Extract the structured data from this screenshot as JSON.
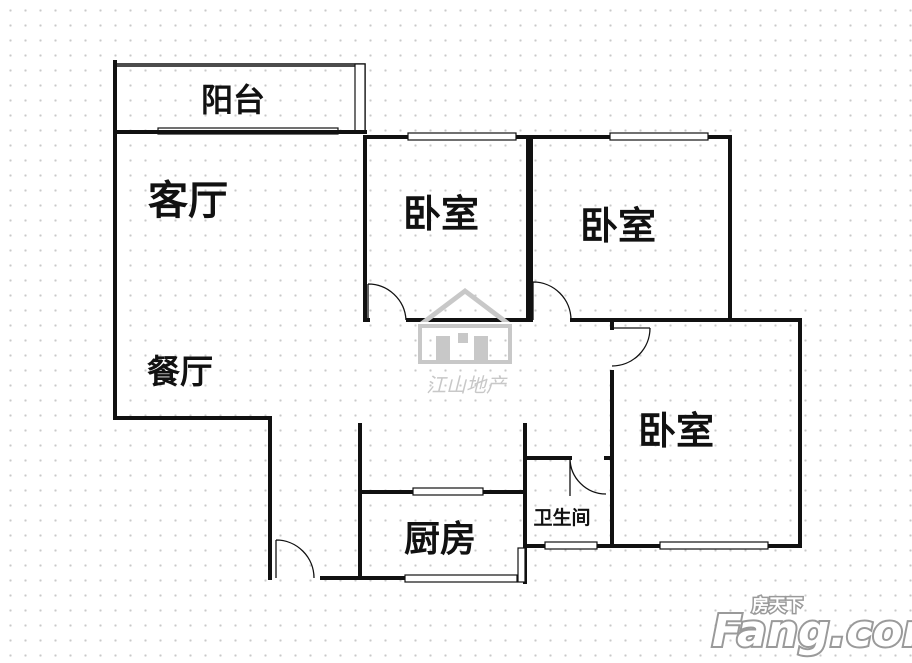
{
  "rooms": {
    "balcony": "阳台",
    "living_room": "客厅",
    "dining_room": "餐厅",
    "bedroom_1": "卧室",
    "bedroom_2": "卧室",
    "bedroom_3": "卧室",
    "bathroom": "卫生间",
    "kitchen": "厨房"
  },
  "watermark": {
    "icon": "house-logo-icon",
    "text": "江山地产"
  },
  "brand": {
    "small": "房天下",
    "large": "Fang.com"
  },
  "colors": {
    "walls": "#111111",
    "watermark": "#c8c8c8",
    "grid_dots": "#c9c9c9"
  }
}
